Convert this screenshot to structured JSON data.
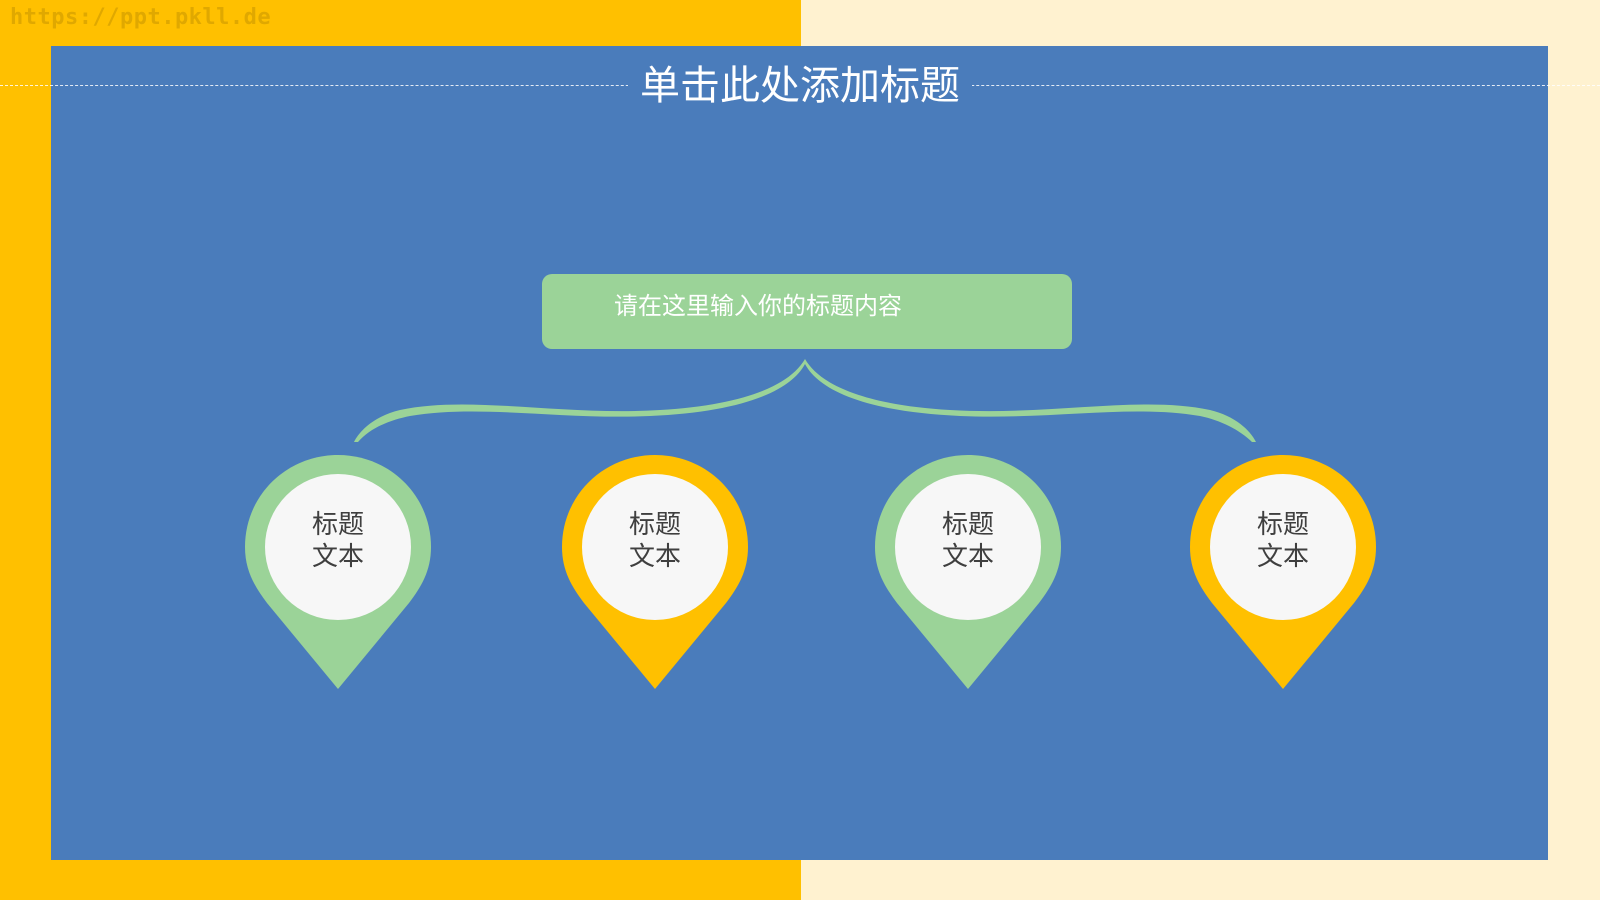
{
  "watermark": "https://ppt.pkll.de",
  "slide": {
    "title": "单击此处添加标题",
    "header_box": {
      "text": "请在这里输入你的标题内容",
      "color": "#9BD398"
    },
    "pins": [
      {
        "line1": "标题",
        "line2": "文本",
        "color": "#9BD398"
      },
      {
        "line1": "标题",
        "line2": "文本",
        "color": "#FFC000"
      },
      {
        "line1": "标题",
        "line2": "文本",
        "color": "#9BD398"
      },
      {
        "line1": "标题",
        "line2": "文本",
        "color": "#FFC000"
      }
    ]
  },
  "colors": {
    "panel": "#4A7CBB",
    "frame_left": "#FFC000",
    "frame_right": "#FFF2D0",
    "circle_fill": "#F7F7F7",
    "label_text": "#3F3F3F"
  }
}
